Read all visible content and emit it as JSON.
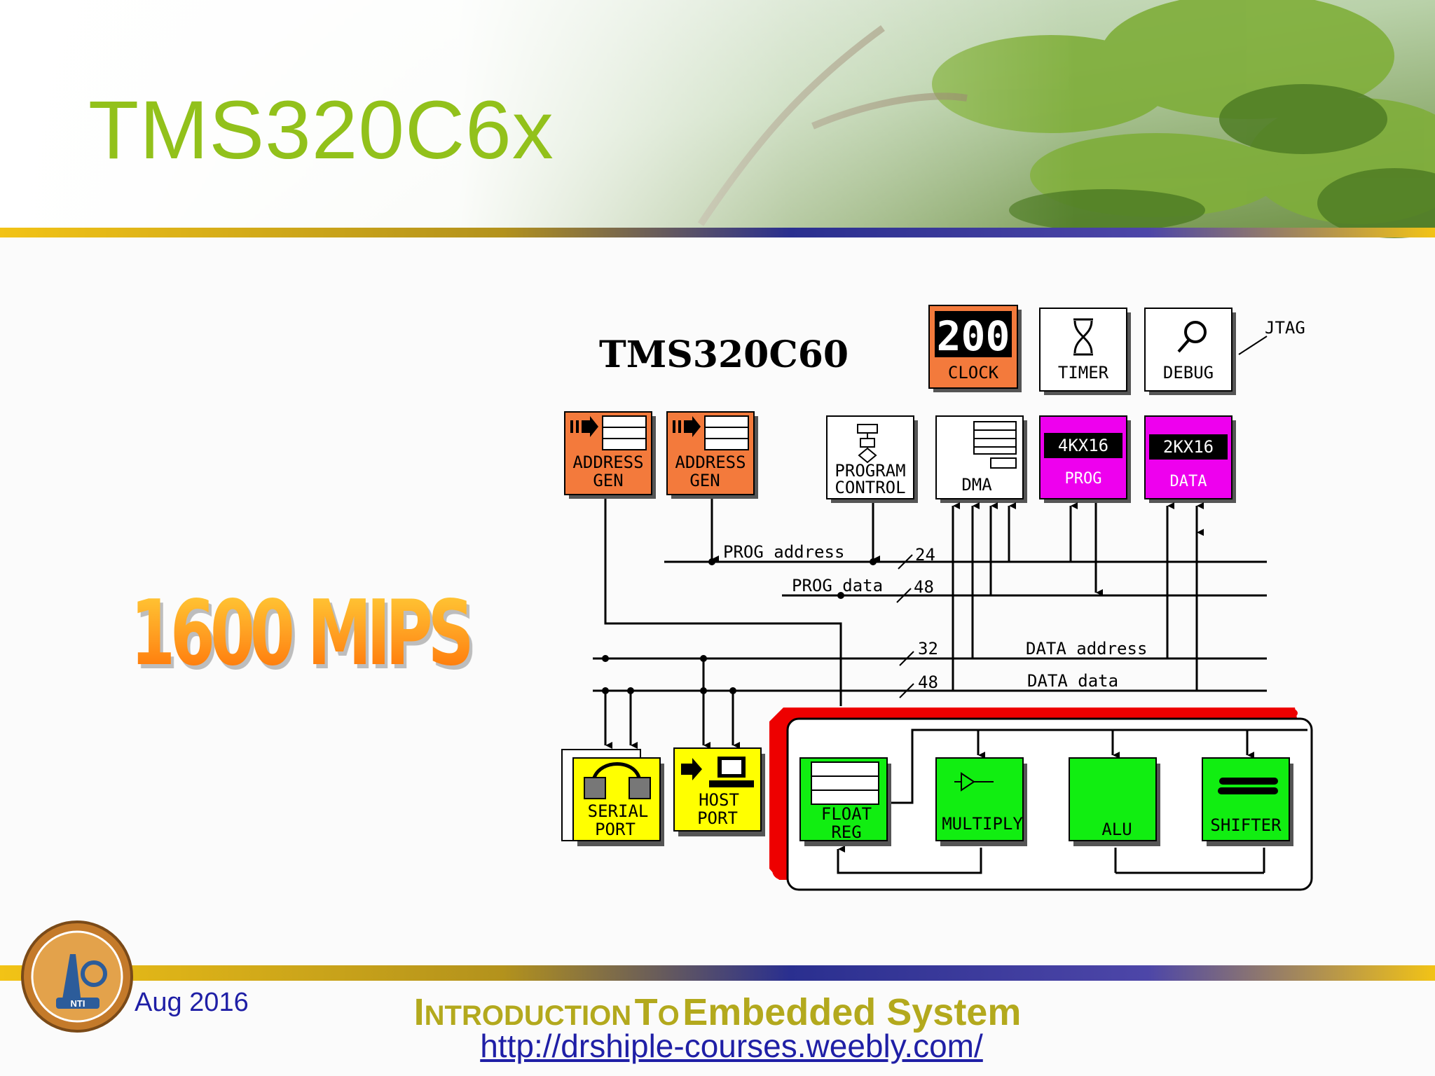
{
  "slide": {
    "title": "TMS320C6x",
    "highlight": "1600 MIPS",
    "date": "Aug 2016",
    "course_first": "I",
    "course_rest": "NTRODUCTION",
    "course_to_first": "T",
    "course_to_rest": "O",
    "course_tail": "Embedded System",
    "url": "http://drshiple-courses.weebly.com/",
    "logo_text": "NTI"
  },
  "diagram": {
    "chip_title": "TMS320C60",
    "jtag": "JTAG",
    "clock_display": "200",
    "clock_label": "CLOCK",
    "timer_label": "TIMER",
    "debug_label": "DEBUG",
    "addr_gen_1": [
      "ADDRESS",
      "GEN"
    ],
    "addr_gen_2": [
      "ADDRESS",
      "GEN"
    ],
    "program_control": [
      "PROGRAM",
      "CONTROL"
    ],
    "dma_label": "DMA",
    "prog_mem_size": "4KX16",
    "prog_mem_label": "PROG",
    "data_mem_size": "2KX16",
    "data_mem_label": "DATA",
    "serial_port": [
      "SERIAL",
      "PORT"
    ],
    "host_port": [
      "HOST",
      "PORT"
    ],
    "float_reg": [
      "FLOAT",
      "REG"
    ],
    "multiply": "MULTIPLY",
    "alu": "ALU",
    "shifter": "SHIFTER",
    "bus_prog_address": "PROG address",
    "bus_prog_address_width": "24",
    "bus_prog_data": "PROG data",
    "bus_prog_data_width": "48",
    "bus_data_address": "DATA address",
    "bus_data_address_width": "32",
    "bus_data_data": "DATA data",
    "bus_data_data_width": "48"
  },
  "colors": {
    "title": "#92c11b",
    "address_gen": "#f37a3c",
    "clock": "#f37a3c",
    "memory": "#ee00ee",
    "port": "#ffff00",
    "cpu_unit": "#11ee11",
    "cpu_frame_red": "#ee0000",
    "link": "#1f1fa6"
  },
  "icons": {
    "header": "fern-forest-photo",
    "logo": "nti-logo-seal",
    "timer": "hourglass-icon",
    "debug": "magnifier-icon",
    "dma": "moon-icon",
    "serial": "serial-link-icon",
    "host": "computer-icon"
  }
}
